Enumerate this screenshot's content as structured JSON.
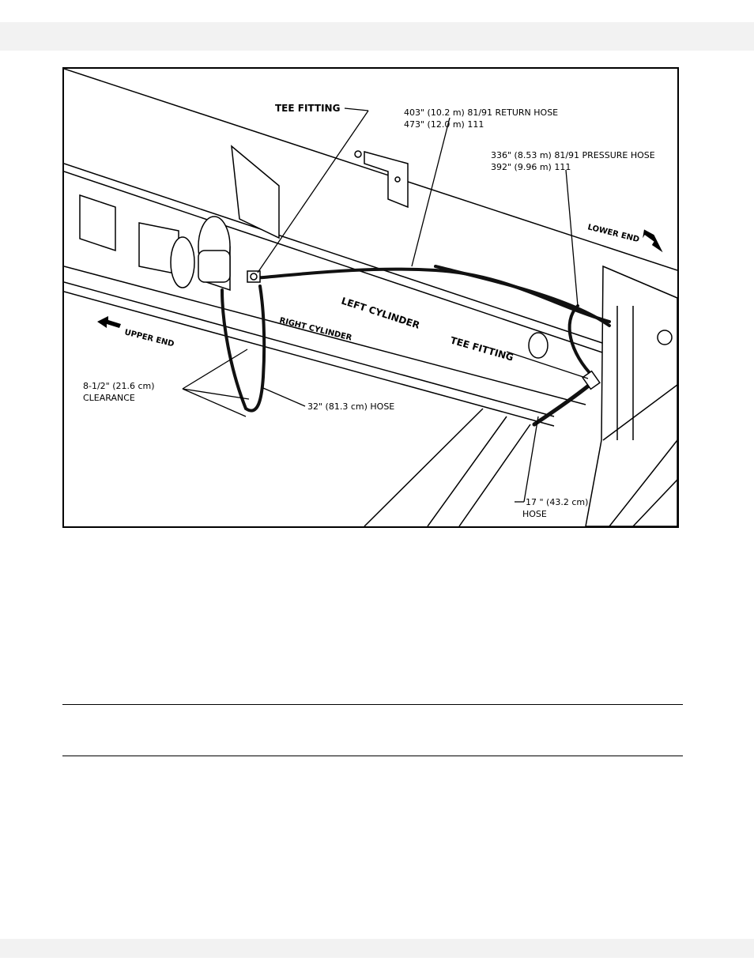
{
  "figure": {
    "labels": {
      "tee_fitting_top": "TEE FITTING",
      "return_hose_1": "403\" (10.2 m) 81/91 RETURN HOSE",
      "return_hose_2": "473\" (12.0 m) 111",
      "pressure_hose_1": "336\" (8.53 m) 81/91 PRESSURE HOSE",
      "pressure_hose_2": "392\" (9.96 m) 111",
      "lower_end": "LOWER END",
      "upper_end": "UPPER END",
      "left_cylinder": "LEFT CYLINDER",
      "right_cylinder": "RIGHT CYLINDER",
      "tee_fitting_mid": "TEE FITTING",
      "clearance_1": "8-1/2\" (21.6 cm)",
      "clearance_2": "CLEARANCE",
      "hose_32": "32\" (81.3 cm) HOSE",
      "hose_17_1": "17 \" (43.2 cm)",
      "hose_17_2": "HOSE"
    }
  }
}
